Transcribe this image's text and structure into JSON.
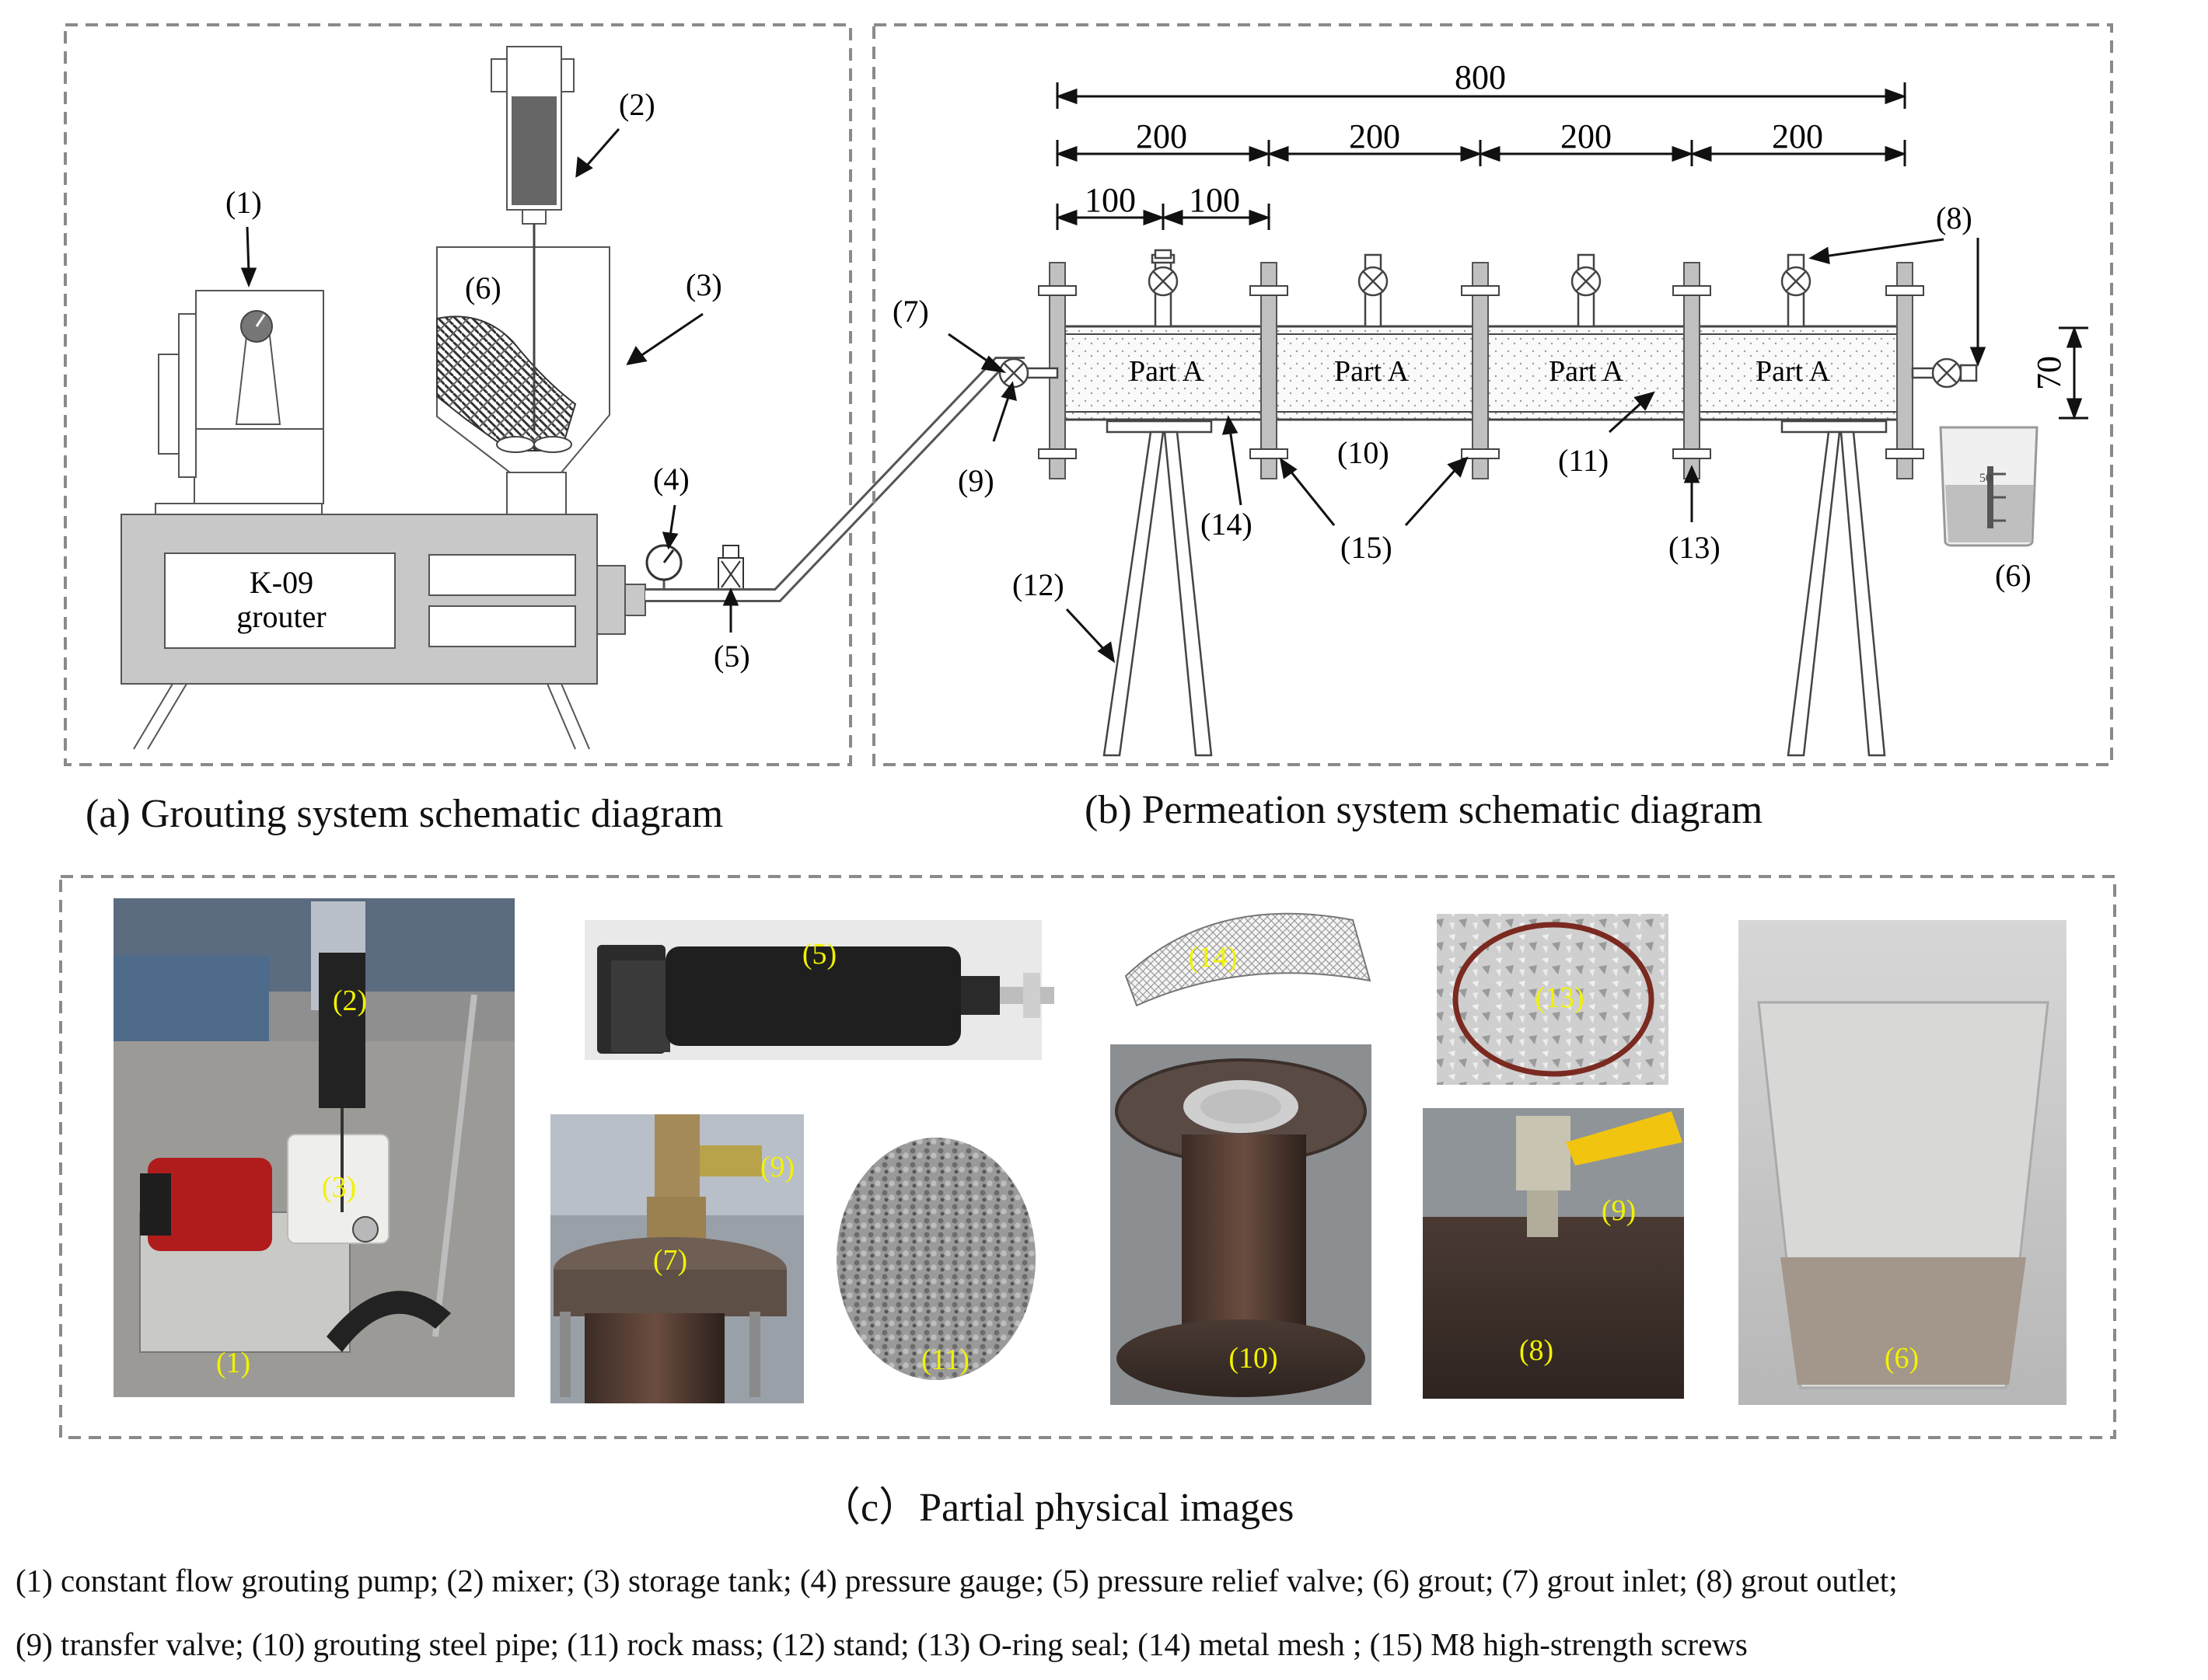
{
  "schematic_a": {
    "caption": "(a) Grouting system schematic diagram",
    "grouter_label_line1": "K-09",
    "grouter_label_line2": "grouter",
    "callouts": [
      "(1)",
      "(2)",
      "(3)",
      "(4)",
      "(5)",
      "(6)"
    ]
  },
  "schematic_b": {
    "caption": "(b) Permeation system schematic diagram",
    "dim_total": "800",
    "dim_segment": "200",
    "dim_half": "100",
    "dim_height": "70",
    "section_label": "Part A",
    "beaker_mark": "50",
    "callouts": [
      "(6)",
      "(7)",
      "(8)",
      "(9)",
      "(10)",
      "(11)",
      "(12)",
      "(13)",
      "(14)",
      "(15)"
    ]
  },
  "photos": {
    "caption": "（c）Partial physical images",
    "labels": [
      "(1)",
      "(2)",
      "(3)",
      "(5)",
      "(7)",
      "(9)",
      "(11)",
      "(14)",
      "(10)",
      "(13)",
      "(9)",
      "(8)",
      "(6)"
    ]
  },
  "legend": {
    "line1": "(1) constant flow grouting pump;  (2) mixer; (3) storage tank; (4) pressure gauge; (5) pressure relief valve; (6) grout; (7) grout inlet; (8) grout outlet;",
    "line2": "(9) transfer valve; (10) grouting steel pipe; (11) rock mass; (12) stand; (13)  O-ring seal; (14) metal mesh ; (15) M8 high-strength screws"
  },
  "colors": {
    "frame_gray": "#c8c8c8",
    "dash": "#8a8a8a",
    "label_yellow": "#f2f200",
    "text": "#111111"
  }
}
